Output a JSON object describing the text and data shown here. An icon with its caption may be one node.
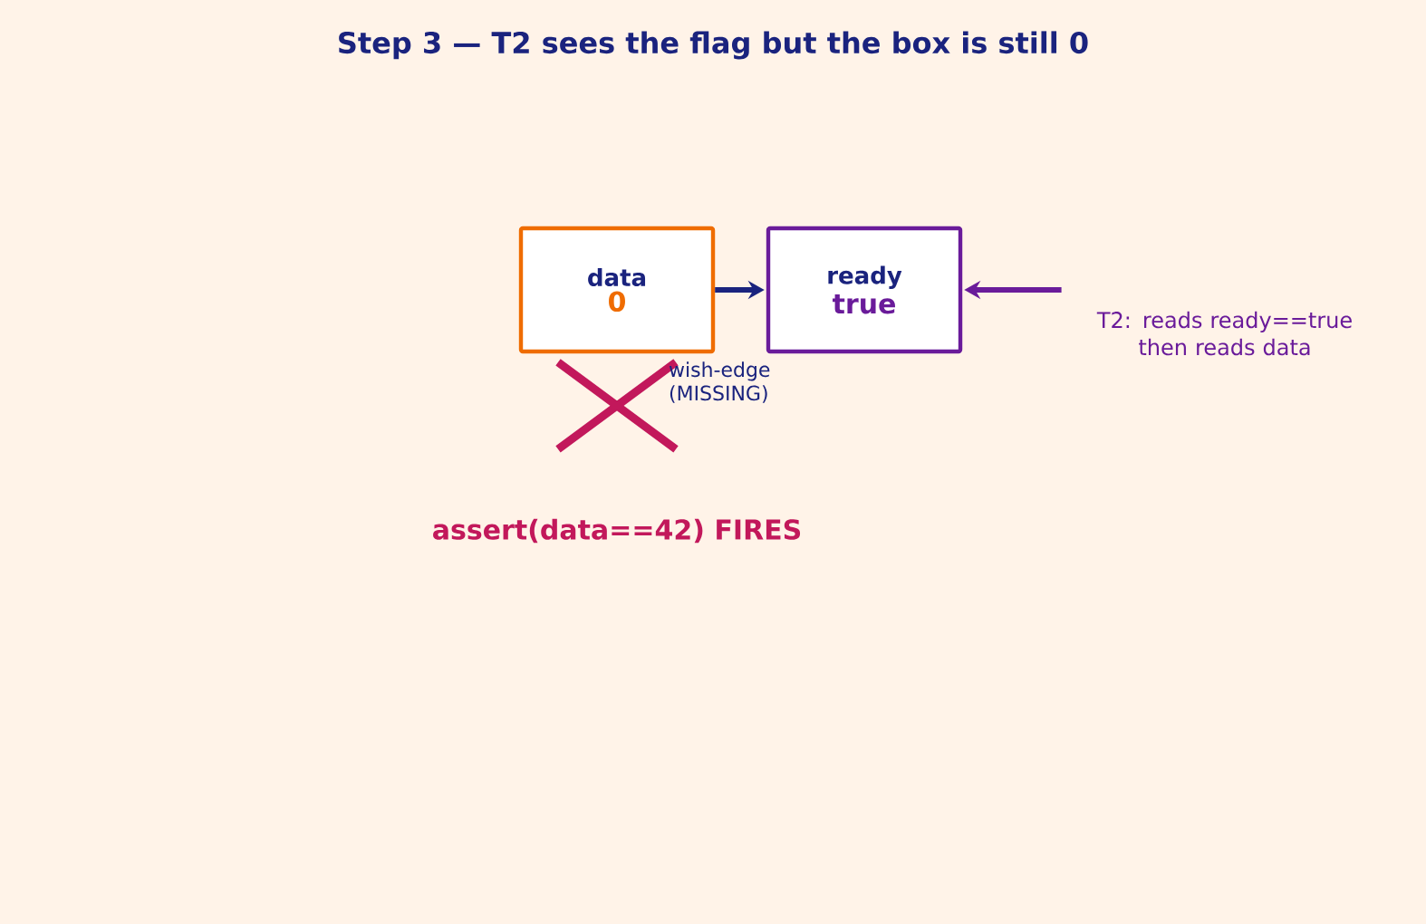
{
  "diagram": {
    "title": "Step 3 — T2 sees the flag but the box is still 0",
    "nodes": [
      {
        "text": [
          "data",
          "0"
        ]
      },
      {
        "text": [
          "ready",
          "true"
        ]
      },
      {
        "text": [
          "T2: reads ready==true then reads data"
        ]
      }
    ],
    "edges": [
      {
        "from": 0,
        "to": 1,
        "arrow": "to"
      },
      {
        "from": 2,
        "to": 1,
        "arrow": "to",
        "color": "#6a1b9a"
      }
    ],
    "labels": [
      "wish-edge (MISSING)",
      "assert(data==42) FIRES"
    ]
  }
}
